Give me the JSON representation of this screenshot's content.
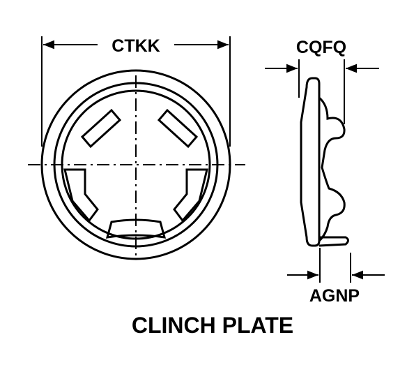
{
  "labels": {
    "diameter": "CTKK",
    "thickness": "CQFQ",
    "pin_offset": "AGNP",
    "title": "CLINCH PLATE"
  },
  "colors": {
    "ink": "#000000",
    "background": "#ffffff"
  }
}
